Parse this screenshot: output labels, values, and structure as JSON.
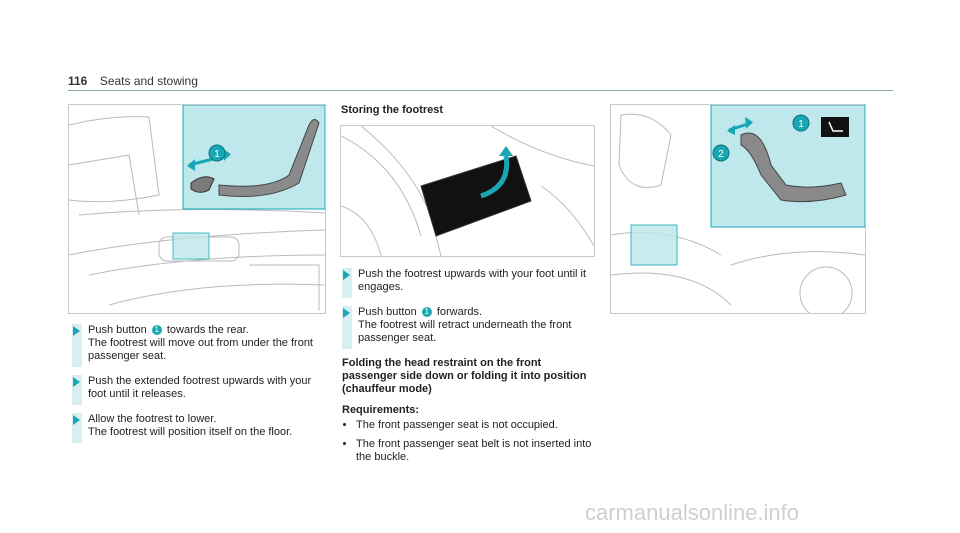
{
  "header": {
    "page_number": "116",
    "section_title": "Seats and stowing"
  },
  "colors": {
    "accent": "#1aa7b5",
    "callout_bg": "#bfe8ec",
    "step_bar": "#d8eef0"
  },
  "figures": {
    "fig1": {
      "callouts": [
        "1"
      ]
    },
    "fig3": {
      "callouts": [
        "1",
        "2"
      ]
    }
  },
  "column1": {
    "steps": [
      {
        "pre": "Push button ",
        "badge": "1",
        "post": " towards the rear.",
        "line2": "The footrest will move out from under the front passenger seat."
      },
      {
        "pre": "Push the extended footrest upwards with your foot until it releases."
      },
      {
        "pre": "Allow the footrest to lower.",
        "line2": "The footrest will position itself on the floor."
      }
    ]
  },
  "column2": {
    "heading_storing": "Storing the footrest",
    "steps": [
      {
        "pre": "Push the footrest upwards with your foot until it engages."
      },
      {
        "pre": "Push button ",
        "badge": "1",
        "post": " forwards.",
        "line2": "The footrest will retract underneath the front passenger seat."
      }
    ],
    "heading_folding": "Folding the head restraint on the front passenger side down or folding it into position (chauffeur mode)",
    "requirements_label": "Requirements:",
    "requirements": [
      "The front passenger seat is not occupied.",
      "The front passenger seat belt is not inserted into the buckle."
    ]
  },
  "watermark": "carmanualsonline.info"
}
